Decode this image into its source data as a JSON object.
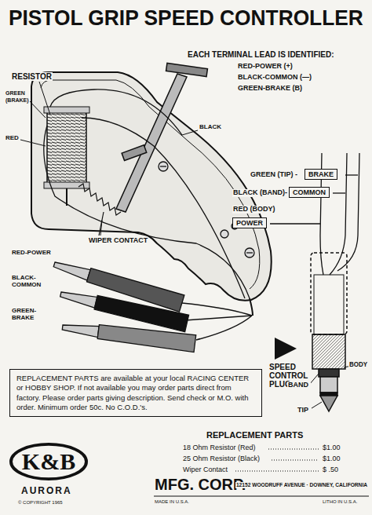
{
  "diagram": {
    "title": "PISTOL GRIP SPEED CONTROLLER",
    "nodes": [
      {
        "text": [
          "BRAKE"
        ]
      },
      {
        "text": [
          "COMMON"
        ]
      },
      {
        "text": [
          "POWER"
        ]
      },
      {
        "text": [
          "REPLACEMENT PARTS are available at your local RACING CENTER or HOBBY SHOP. If not available you may order parts direct from factory. Please order parts giving description. Send check or M.O. with order. Minimum order 50c. No C.O.D.'s."
        ]
      },
      {
        "text": [
          "K&B"
        ]
      }
    ],
    "labels": [
      "RESISTOR",
      "GREEN",
      "(BRAKE)",
      "RED",
      "BLACK",
      "EACH TERMINAL LEAD IS IDENTIFIED:",
      "RED-POWER (+)",
      "BLACK-COMMON (—)",
      "GREEN-BRAKE (B)",
      "WIPER CONTACT",
      "RED-POWER",
      "BLACK- COMMON",
      "GREEN- BRAKE",
      "GREEN (TIP) -",
      "BLACK (BAND)-",
      "RED (BODY)",
      "SPEED CONTROL PLUG",
      "BODY",
      "BAND",
      "TIP",
      "REPLACEMENT PARTS",
      "18 Ohm Resistor (Red)",
      "$1.00",
      "25 Ohm Resistor (Black)",
      "$1.00",
      "Wiper Contact",
      "$ .50",
      "AURORA",
      "© COPYRIGHT 1965",
      "MFG. CORP.",
      "12152 WOODRUFF AVENUE · DOWNEY, CALIFORNIA",
      "MADE IN U.S.A.",
      "LITHO IN U.S.A."
    ]
  }
}
